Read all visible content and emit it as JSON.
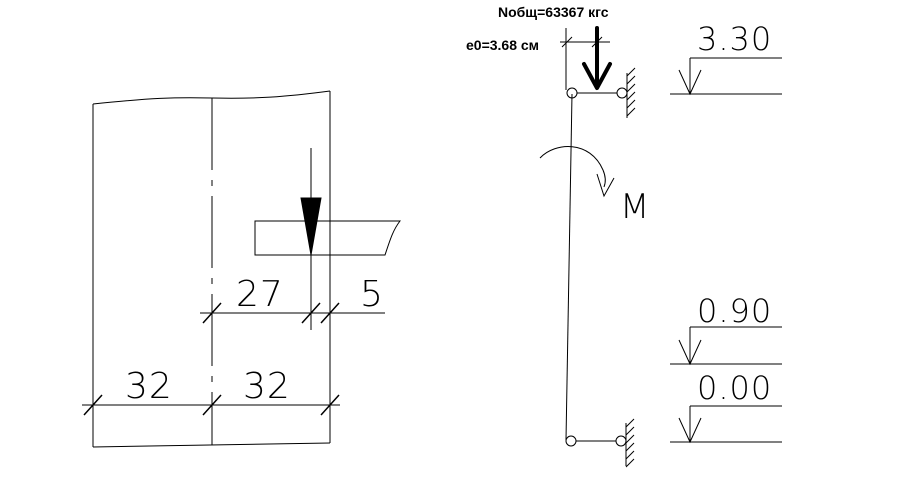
{
  "section": {
    "dim_top_left": "27",
    "dim_top_right": "5",
    "dim_bottom_left": "32",
    "dim_bottom_right": "32"
  },
  "scheme": {
    "force_label": "Nобщ=63367 кгс",
    "eccentricity_label": "e0=3.68 см",
    "moment_label": "M",
    "elevations": [
      "3.30",
      "0.90",
      "0.00"
    ]
  }
}
